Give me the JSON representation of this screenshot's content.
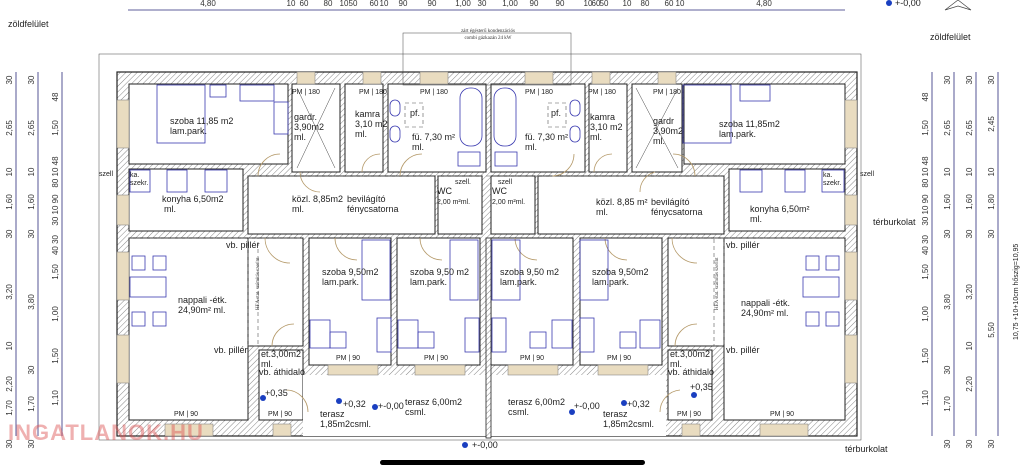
{
  "labels": {
    "green_area_left": "zöldfelület",
    "green_area_right": "zöldfelület",
    "paving": "térburkolat",
    "boiler_line1": "zárt égésterű kondenzációs",
    "boiler_line2": "combi gázkazán  24 kW",
    "insulation": "10,75 +10+10cm hőszig=10,95",
    "watermark": "INGATLANOK.HU"
  },
  "levels": {
    "top": "+-0,00",
    "terrace_left_a": "+0,35",
    "terrace_left_b": "+0,32",
    "terrace_left_c": "+-0,00",
    "terrace_right_a": "+0,35",
    "terrace_right_b": "+0,32",
    "terrace_right_c": "+-0,00",
    "bottom": "+-0,00"
  },
  "rooms": {
    "szoba_l": {
      "name": "szoba 11,85 m2",
      "finish": "lam.park."
    },
    "gardr_l": {
      "name": "gardr.",
      "area": "3,90m2",
      "finish": "ml."
    },
    "kamra_l": {
      "name": "kamra",
      "area": "3,10 m2",
      "finish": "ml."
    },
    "fu_l": {
      "name": "fü. 7,30 m²",
      "finish": "ml.",
      "extra": "pf."
    },
    "fu_r": {
      "name": "fü. 7,30 m²",
      "finish": "ml.",
      "extra": "pf."
    },
    "kamra_r": {
      "name": "kamra",
      "area": "3,10 m2",
      "finish": "ml."
    },
    "gardr_r": {
      "name": "gardr",
      "area": "3,90m2",
      "finish": "ml."
    },
    "szoba_r": {
      "name": "szoba 11,85m2",
      "finish": "lam.park."
    },
    "konyha_l": {
      "name": "konyha 6,50m2",
      "finish": "ml.",
      "cab": "ka.",
      "cab2": "szekr."
    },
    "kozl_l": {
      "name": "közl. 8,85m2",
      "finish": "ml."
    },
    "light_l": {
      "l1": "bevilágító",
      "l2": "fénycsatorna"
    },
    "wc_l": {
      "name": "WC",
      "area": "2,00 m²ml.",
      "vent": "szell."
    },
    "wc_r": {
      "name": "WC",
      "area": "2,00 m²ml.",
      "vent": "szell"
    },
    "kozl_r": {
      "name": "közl. 8,85 m²",
      "finish": "ml."
    },
    "light_r": {
      "l1": "bevilágító",
      "l2": "fénycsatorna"
    },
    "konyha_r": {
      "name": "konyha 6,50m²",
      "finish": "ml.",
      "cab": "ka.",
      "cab2": "szekr."
    },
    "nappali_l": {
      "name": "nappali -étk.",
      "area": "24,90m² ml."
    },
    "nappali_r": {
      "name": "nappali -étk.",
      "area": "24,90m² ml."
    },
    "szoba1": {
      "name": "szoba 9,50m2",
      "finish": "lam.park."
    },
    "szoba2": {
      "name": "szoba 9,50 m2",
      "finish": "lam.park."
    },
    "szoba3": {
      "name": "szoba 9,50 m2",
      "finish": "lam.park."
    },
    "szoba4": {
      "name": "szoba 9,50m2",
      "finish": "lam.park."
    },
    "et_l": {
      "name": "et.3,00m2",
      "finish": "ml.",
      "lintel": "vb. áthidaló"
    },
    "et_r": {
      "name": "et.3,00m2",
      "finish": "ml.",
      "lintel": "vb. áthidaló"
    },
    "terasz_big_l": {
      "name": "terasz 6,00m2",
      "finish": "csml."
    },
    "terasz_big_r": {
      "name": "terasz 6,00m2",
      "finish": "csml."
    },
    "terasz_small_l": {
      "name": "terasz",
      "area": "1,85m2csml."
    },
    "terasz_small_r": {
      "name": "terasz",
      "area": "1,85m2csml."
    }
  },
  "annotations": {
    "pillar": "vb. pillér",
    "vent": "szell",
    "pm90": "PM | 90",
    "pm180": "PM | 180",
    "hea": "HEA stat. számítás szerint"
  },
  "dims": {
    "top": [
      "4,80",
      "10",
      "60",
      "80",
      "10",
      "50",
      "60",
      "10",
      "90",
      "90",
      "1,00",
      "30",
      "1,00",
      "90",
      "90",
      "10",
      "60",
      "50",
      "10",
      "80",
      "60",
      "10",
      "4,80"
    ],
    "left1": [
      "30",
      "2,65",
      "10",
      "1,60",
      "30",
      "3,20",
      "10",
      "2,20",
      "1,70",
      "30"
    ],
    "left2": [
      "30",
      "2,65",
      "10",
      "1,60",
      "30",
      "3,80",
      "30",
      "1,70",
      "30"
    ],
    "left3": [
      "48",
      "1,50",
      "80 10 48",
      "30 10 90",
      "40 30",
      "1,50",
      "1,00",
      "1,50",
      "1,10"
    ],
    "right1": [
      "48",
      "1,50",
      "80 10 48",
      "30 10 90",
      "40 30",
      "1,50",
      "1,00",
      "1,50",
      "1,10"
    ],
    "right2": [
      "30",
      "2,65",
      "10",
      "1,60",
      "30",
      "3,80",
      "30",
      "1,70",
      "30"
    ],
    "right3": [
      "30",
      "2,65",
      "10",
      "1,60",
      "30",
      "3,20",
      "10",
      "2,20",
      "30"
    ],
    "right4": [
      "30",
      "2,45",
      "10",
      "1,80",
      "30",
      "5,50",
      "30"
    ]
  },
  "colors": {
    "furniture": "#3a3ab0",
    "dimension": "#2a2a7a",
    "level_marker": "#1a3fc0",
    "watermark": "#dc5050"
  }
}
